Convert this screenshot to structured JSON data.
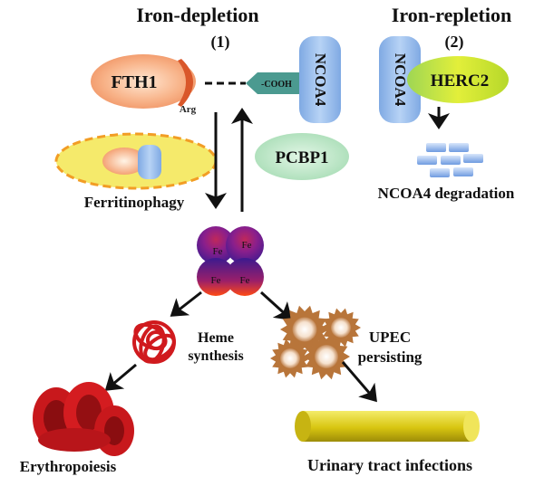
{
  "headings": {
    "left": "Iron-depletion",
    "left_number": "(1)",
    "right": "Iron-repletion",
    "right_number": "(2)"
  },
  "nodes": {
    "fth1": "FTH1",
    "arg": "Arg",
    "cooh": "-COOH",
    "ncoa4_left": "NCOA4",
    "ncoa4_right": "NCOA4",
    "herc2": "HERC2",
    "pcbp1": "PCBP1",
    "fe": [
      "Fe",
      "Fe",
      "Fe",
      "Fe"
    ]
  },
  "labels": {
    "ferritinophagy": "Ferritinophagy",
    "ncoa4_degradation": "NCOA4 degradation",
    "heme_line1": "Heme",
    "heme_line2": "synthesis",
    "upec_line1": "UPEC",
    "upec_line2": "persisting",
    "erythropoiesis": "Erythropoiesis",
    "uti": "Urinary tract infections"
  },
  "colors": {
    "fth1_fill": "#f6a473",
    "arg_cap": "#d9572a",
    "ncoa4_fill": "#9cc0ec",
    "cooh_fill": "#4b9a90",
    "herc2_fill": "#c8e23b",
    "pcbp1_fill": "#b8e5c2",
    "ferritinophagy_fill": "#f5ea6b",
    "ferritinophagy_border": "#f29d25",
    "fe_top": "#b01f6e",
    "fe_bottom": "#3a1a8c",
    "blood_cell": "#c8181c",
    "upec": "#b8753a",
    "uti_tube": "#e2d21a"
  }
}
